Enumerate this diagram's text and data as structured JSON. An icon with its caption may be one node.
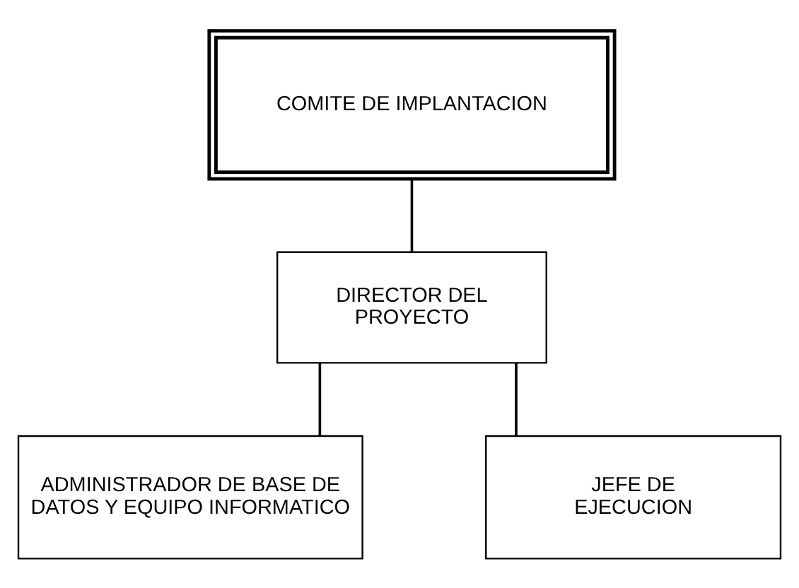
{
  "diagram": {
    "nodes": [
      {
        "text": [
          "COMITE DE IMPLANTACION"
        ]
      },
      {
        "text": [
          "DIRECTOR DEL PROYECTO"
        ]
      },
      {
        "text": [
          "ADMINISTRADOR DE BASE DE DATOS Y EQUIPO INFORMATICO"
        ]
      },
      {
        "text": [
          "JEFE DE EJECUCION"
        ]
      }
    ],
    "edges": [
      {
        "from": 0,
        "to": 1,
        "arrow": "none"
      },
      {
        "from": 1,
        "to": 2,
        "arrow": "none"
      },
      {
        "from": 1,
        "to": 3,
        "arrow": "none"
      }
    ]
  }
}
